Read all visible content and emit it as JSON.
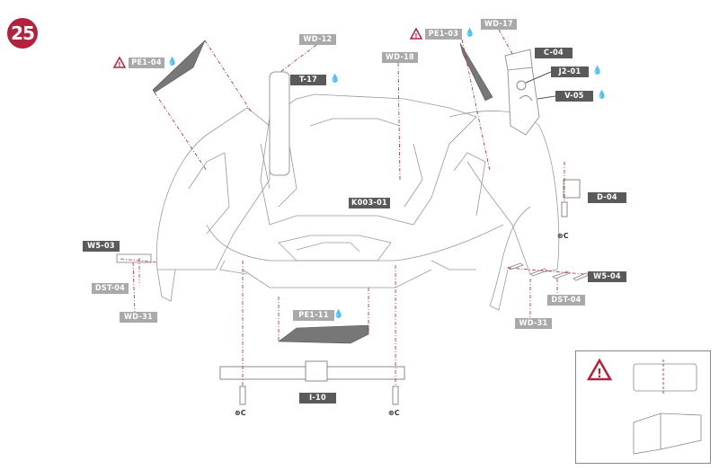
{
  "step_number": "25",
  "labels": {
    "pe1_04": "PE1-04",
    "wd_12": "WD-12",
    "t_17": "T-17",
    "pe1_03": "PE1-03",
    "wd_17": "WD-17",
    "wd_18": "WD-18",
    "c_04": "C-04",
    "j2_01": "J2-01",
    "v_05": "V-05",
    "k003_01": "K003-01",
    "d_04": "D-04",
    "w5_03": "W5-03",
    "dst_04_left": "DST-04",
    "wd_31_left": "WD-31",
    "pe1_11": "PE1-11",
    "w5_04": "W5-04",
    "dst_04_right": "DST-04",
    "wd_31_right": "WD-31",
    "i_10": "I-10"
  },
  "screw_marks": {
    "right": "⊗C",
    "bottom_left": "⊗C",
    "bottom_right": "⊗C"
  },
  "icons": {
    "warning": "warning-triangle-icon",
    "glue": "drop-icon"
  },
  "colors": {
    "accent": "#b3213a",
    "dark_label": "#5a5a5a",
    "light_label": "#a9a9a9",
    "leader": "#b3213a"
  }
}
